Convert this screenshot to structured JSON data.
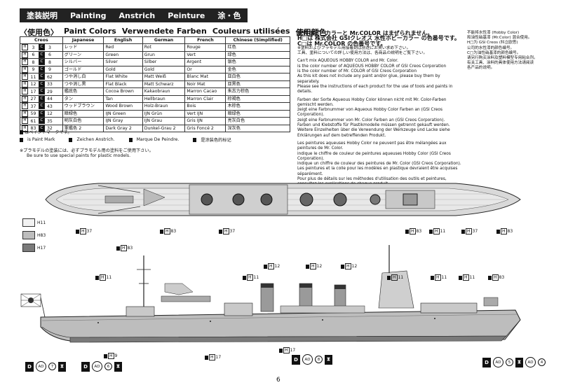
{
  "header": {
    "jp": "塗装説明",
    "en": "Painting",
    "de": "Anstrich",
    "fr": "Peinture",
    "cn": "涂・色"
  },
  "paint_title": {
    "jp": "〈使用色〉",
    "en": "Paint Colors",
    "de": "Verwendete Farben",
    "fr": "Couleurs utilisées",
    "cn": "使用颜色"
  },
  "table": {
    "headers": [
      "Creos",
      "Japanese",
      "English",
      "German",
      "French",
      "Chinese (Simplified)"
    ],
    "rows": [
      {
        "h": "H",
        "num": "3",
        "c": "C",
        "cnum": "3",
        "jp": "レッド",
        "en": "Red",
        "de": "Rot",
        "fr": "Rouge",
        "cn": "红色"
      },
      {
        "h": "H",
        "num": "6",
        "c": "C",
        "cnum": "6",
        "jp": "グリーン",
        "en": "Green",
        "de": "Grun",
        "fr": "Vert",
        "cn": "绿色"
      },
      {
        "h": "H",
        "num": "8",
        "c": "C",
        "cnum": "8",
        "jp": "シルバー",
        "en": "Silver",
        "de": "Silber",
        "fr": "Argent",
        "cn": "银色"
      },
      {
        "h": "H",
        "num": "9",
        "c": "C",
        "cnum": "9",
        "jp": "ゴールド",
        "en": "Gold",
        "de": "Gold",
        "fr": "Or",
        "cn": "金色"
      },
      {
        "h": "H",
        "num": "11",
        "c": "C",
        "cnum": "62",
        "jp": "つや消し白",
        "en": "Flat White",
        "de": "Matt Weiß",
        "fr": "Blanc Mat",
        "cn": "亚白色"
      },
      {
        "h": "H",
        "num": "12",
        "c": "C",
        "cnum": "33",
        "jp": "つや消し黒",
        "en": "Flat Black",
        "de": "Matt Schwarz",
        "fr": "Noir Mat",
        "cn": "亚黑色"
      },
      {
        "h": "H",
        "num": "17",
        "c": "C",
        "cnum": "29",
        "jp": "艦底色",
        "en": "Cocoa Brown",
        "de": "Kakaobraun",
        "fr": "Marron Cacao",
        "cn": "朱古力棕色"
      },
      {
        "h": "H",
        "num": "27",
        "c": "C",
        "cnum": "44",
        "jp": "タン",
        "en": "Tan",
        "de": "Hellbraun",
        "fr": "Marron Clair",
        "cn": "棕褐色"
      },
      {
        "h": "H",
        "num": "37",
        "c": "C",
        "cnum": "43",
        "jp": "ウッドブラウン",
        "en": "Wood Brown",
        "de": "Holz-Braun",
        "fr": "Bois",
        "cn": "木棕色"
      },
      {
        "h": "H",
        "num": "59",
        "c": "C",
        "cnum": "12",
        "jp": "暗緑色",
        "en": "IJN Green",
        "de": "IJN Grün",
        "fr": "Vert IJN",
        "cn": "暗绿色"
      },
      {
        "h": "H",
        "num": "61",
        "c": "C",
        "cnum": "35",
        "jp": "明灰白色",
        "en": "IJN Gray",
        "de": "IJN Grau",
        "fr": "Gris IJN",
        "cn": "亮灰白色"
      },
      {
        "h": "H",
        "num": "83",
        "c": "C",
        "cnum": "32",
        "jp": "軍艦色 2",
        "en": "Dark Gray 2",
        "de": "Dunkel-Grau 2",
        "fr": "Gris Foncé 2",
        "cn": "深灰色"
      }
    ]
  },
  "paint_mark": {
    "jp": "はペイントマークです。",
    "en": "is Paint Mark",
    "de": "Zeichen Anstrich.",
    "fr": "Marque De Peindre.",
    "cn": "是涂装色的标记"
  },
  "plastic_note": {
    "jp": "※プラモデルの塗装には、必ずプラモデル用の塗料をご使用下さい。",
    "en": "Be sure to use special paints for plastic models."
  },
  "notes": {
    "jp1": "水性ホビーカラーと Mr.COLOR はまぜられません。",
    "jp2": "H□は 株式会社 GSIクレオス 水性ホビーカラー の色番号です。",
    "jp3": "C□は Mr.COLOR の色番号です。",
    "jp4": "※塗料およびプラモデル用接着剤は別途にお買い求め下さい。",
    "jp5": "工具、塗料についての詳しい使用方法は、各商品の説明をご覧下さい。",
    "en1": "Can't mix AQUEOUS HOBBY COLOR and Mr. Color.",
    "en2": "is the color number of AQUEOUS HOBBY COLOR of GSI Creos Corporation",
    "en3": "is the color number of Mr. COLOR of GSI Creos Corporation",
    "en4": "As this kit does not include any paint and/or glue, please buy them by separately.",
    "en5": "Please see the instructions of each product for the use of tools and paints in details.",
    "de1": "Farben der Sorte Aqueous Hobby Color können nicht mit Mr. Color-Farben gemischt werden.",
    "de2": "zeigt eine Farbnummer von Aqueous Hobby Color Farben an (GSI Creos Corporation).",
    "de3": "zeigt eine Farbnummer von Mr. Color Farben an (GSI Creos Corporation).",
    "de4": "Farben und Klebstoffe für Plastikmodelle müssen getrennt gekauft werden.",
    "de5": "Weitere Einzelheiten über die Verwendung der Werkzeuge und Lacke siehe Erklärungen auf dem betreffenden Produkt.",
    "fr1": "Les peintures aqueuses Hobby Color ne peuvent pas être mélangées aux peintures de Mr. Color.",
    "fr2": "indique le chiffre de couleur de peintures aqueuses Hobby Color (GSI Creos Corporation).",
    "fr3": "indique un chiffre de couleur des peintures de Mr. Color (GSI Creos Corporation).",
    "fr4": "Les peintures et la colle pour les modèles en plastique devraient être acquises séparément.",
    "fr5": "Pour plus de détails sur les méthodes d'utilisation des outils et peintures, consultez les explications de chaque produit."
  },
  "side_notes": {
    "l1": "不能将水性漆 (Hobby Color)",
    "l2": "和油性硝基漆 (Mr.Color) 混合使用。",
    "l3": "H□为 GSI Creos (科立欧思)",
    "l4": "公司的水性漆的颜色编号。",
    "l5": "C□为油性硝基漆的颜色编号。",
    "l6": "请另行购买涂料及塑料模型专用粘合剂。",
    "l7": "有关工具、涂料的具体使用方法请阅读",
    "l8": "各产品的说明。"
  },
  "swatches": [
    {
      "label": "H11",
      "color": "#f2f2f2"
    },
    {
      "label": "H83",
      "color": "#bdbdbd"
    },
    {
      "label": "H17",
      "color": "#7a7a7a"
    }
  ],
  "marks": {
    "top_37a": "37",
    "top_83": "83",
    "top_37b": "37",
    "top_83b": "83",
    "top_11": "11",
    "top_37c": "37",
    "top_83c": "83",
    "s_83a": "83",
    "s_11a": "11",
    "s_9": "9",
    "s_11b": "11",
    "s_12a": "12",
    "s_12b": "12",
    "s_12c": "12",
    "s_11c": "11",
    "s_11d": "11",
    "s_11e": "11",
    "s_83b": "83",
    "s_17a": "17",
    "s_17b": "17"
  },
  "icons": {
    "d1": "D",
    "ad1": "AD",
    "n1": "7",
    "d2": "D",
    "ad2": "AD",
    "n2": "6",
    "d3": "D",
    "ad3": "AD",
    "n3": "8",
    "d4": "D",
    "ad4": "AD",
    "n4": "5",
    "ad5": "AD",
    "n5": "4"
  },
  "page_number": "6",
  "colors": {
    "hull_light": "#d6d6d6",
    "hull_mid": "#bdbdbd",
    "hull_dark": "#8a8a8a",
    "deck": "#e4e4e4"
  }
}
